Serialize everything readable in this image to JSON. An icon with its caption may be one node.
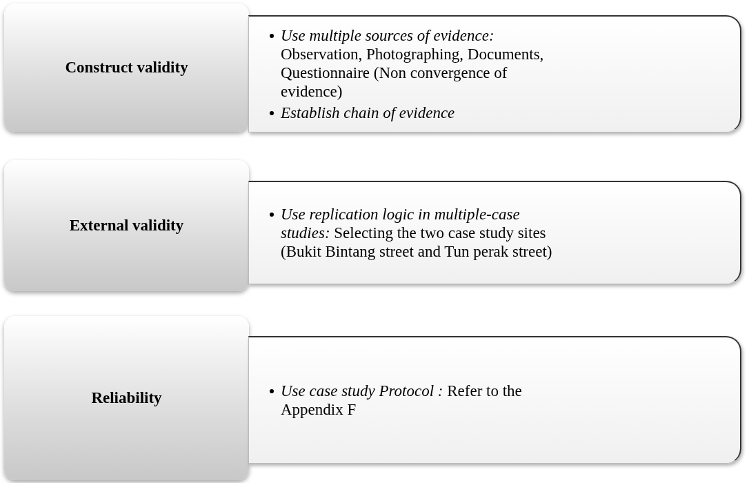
{
  "diagram": {
    "nodes": [
      {
        "text": [
          "Construct validity"
        ]
      },
      {
        "text": [
          "*Use multiple sources of evidence:* Observation, Photographing, Documents, Questionnaire (Non convergence of evidence)",
          "Establish chain of evidence"
        ]
      },
      {
        "text": [
          "External validity"
        ]
      },
      {
        "text": [
          "*Use replication logic in multiple-case studies:* Selecting the two case study sites (Bukit Bintang street and Tun perak street)"
        ]
      },
      {
        "text": [
          "Reliability"
        ]
      },
      {
        "text": [
          "*Use case study Protocol :* Refer to the Appendix F"
        ]
      }
    ]
  }
}
